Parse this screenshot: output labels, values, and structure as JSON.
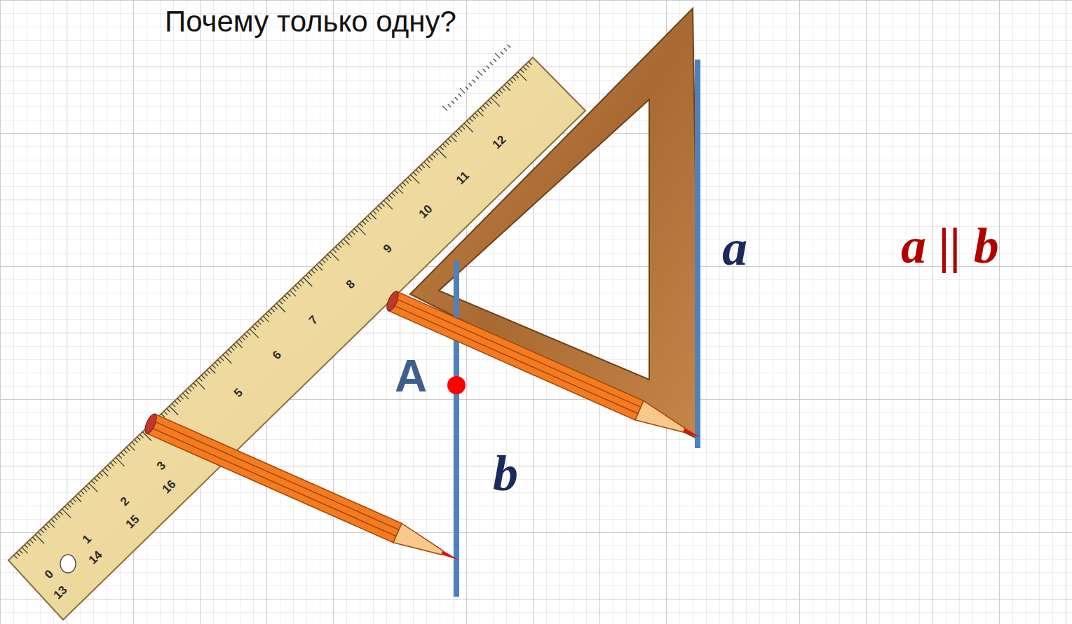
{
  "diagram": {
    "labels": [
      "Почему только одну?",
      "a",
      "b",
      "A",
      "a || b",
      "0",
      "1",
      "2",
      "3",
      "5",
      "6",
      "7",
      "8",
      "9",
      "10",
      "11",
      "12",
      "13",
      "14",
      "15",
      "16"
    ]
  }
}
